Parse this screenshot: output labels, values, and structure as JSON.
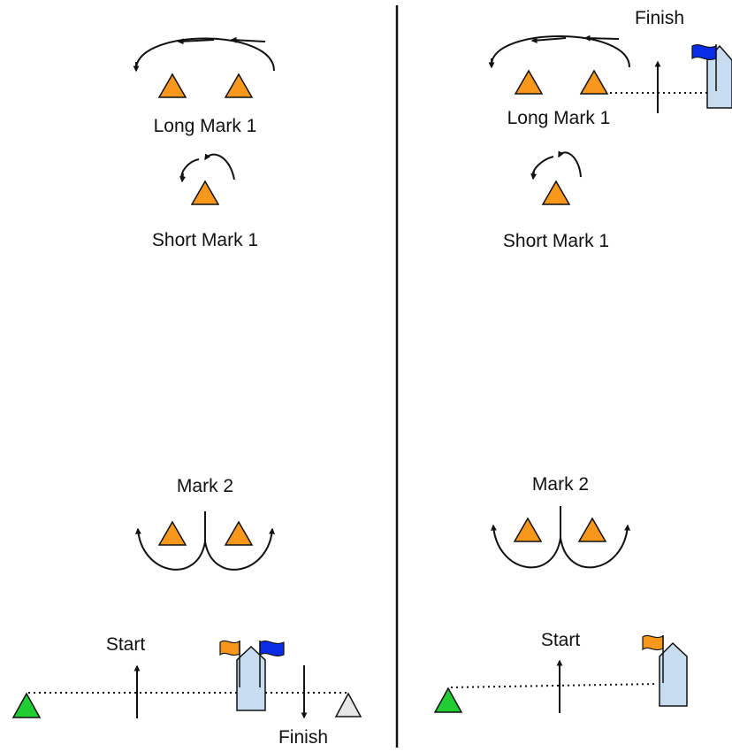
{
  "colors": {
    "mark": "#F7981D",
    "start_pin": "#22CC33",
    "finish_pin": "#E6E6E6",
    "committee_boat": "#C8DCF0",
    "flag_orange": "#F7981D",
    "flag_blue": "#0A2BE6",
    "outline": "#111111"
  },
  "left": {
    "labels": {
      "long_mark_1": "Long Mark 1",
      "short_mark_1": "Short Mark 1",
      "mark_2": "Mark 2",
      "start": "Start",
      "finish": "Finish"
    }
  },
  "right": {
    "labels": {
      "finish": "Finish",
      "long_mark_1": "Long Mark 1",
      "short_mark_1": "Short Mark 1",
      "mark_2": "Mark 2",
      "start": "Start"
    }
  }
}
